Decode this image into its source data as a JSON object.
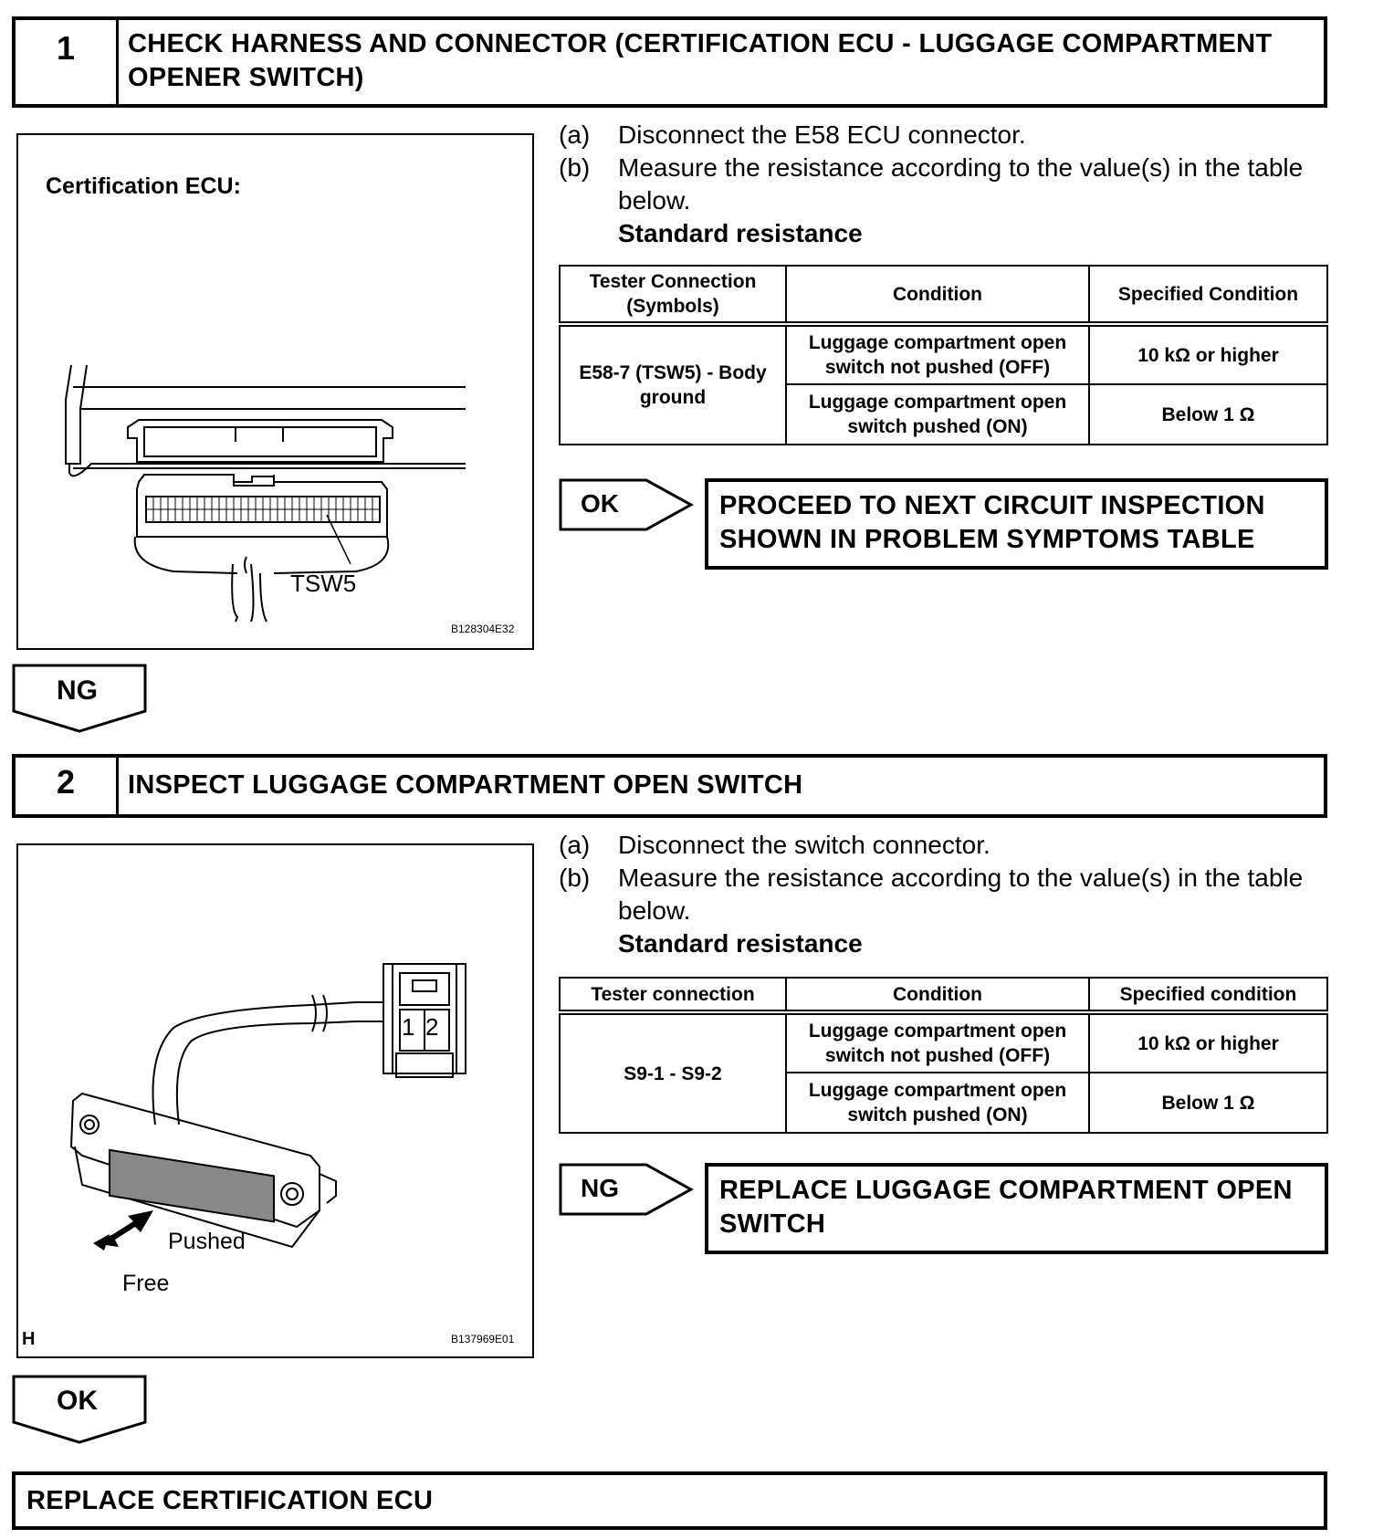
{
  "step1": {
    "number": "1",
    "title": "CHECK HARNESS AND CONNECTOR (CERTIFICATION ECU - LUGGAGE COMPARTMENT OPENER SWITCH)",
    "figure": {
      "label": "Certification ECU:",
      "callout": "TSW5",
      "code": "B128304E32"
    },
    "instructions": [
      {
        "label": "(a)",
        "text": "Disconnect the E58 ECU connector."
      },
      {
        "label": "(b)",
        "text": "Measure the resistance according to the value(s) in the table below."
      }
    ],
    "standard_label": "Standard resistance",
    "table": {
      "headers": [
        "Tester Connection (Symbols)",
        "Condition",
        "Specified Condition"
      ],
      "connection": "E58-7 (TSW5) - Body ground",
      "rows": [
        {
          "condition": "Luggage compartment open switch not pushed (OFF)",
          "specified": "10 kΩ or higher"
        },
        {
          "condition": "Luggage compartment open switch pushed (ON)",
          "specified": "Below 1 Ω"
        }
      ]
    },
    "result_label": "OK",
    "result_text": "PROCEED TO NEXT CIRCUIT INSPECTION SHOWN IN PROBLEM SYMPTOMS TABLE",
    "flow_label": "NG"
  },
  "step2": {
    "number": "2",
    "title": "INSPECT LUGGAGE COMPARTMENT OPEN SWITCH",
    "figure": {
      "pin1": "1",
      "pin2": "2",
      "pushed": "Pushed",
      "free": "Free",
      "corner": "H",
      "code": "B137969E01"
    },
    "instructions": [
      {
        "label": "(a)",
        "text": "Disconnect the switch connector."
      },
      {
        "label": "(b)",
        "text": "Measure the resistance according to the value(s) in the table below."
      }
    ],
    "standard_label": "Standard resistance",
    "table": {
      "headers": [
        "Tester connection",
        "Condition",
        "Specified condition"
      ],
      "connection": "S9-1 - S9-2",
      "rows": [
        {
          "condition": "Luggage compartment open switch not pushed (OFF)",
          "specified": "10 kΩ or higher"
        },
        {
          "condition": "Luggage compartment open switch pushed (ON)",
          "specified": "Below 1 Ω"
        }
      ]
    },
    "result_label": "NG",
    "result_text": "REPLACE LUGGAGE COMPARTMENT OPEN SWITCH",
    "flow_label": "OK"
  },
  "final": {
    "text": "REPLACE CERTIFICATION ECU"
  }
}
